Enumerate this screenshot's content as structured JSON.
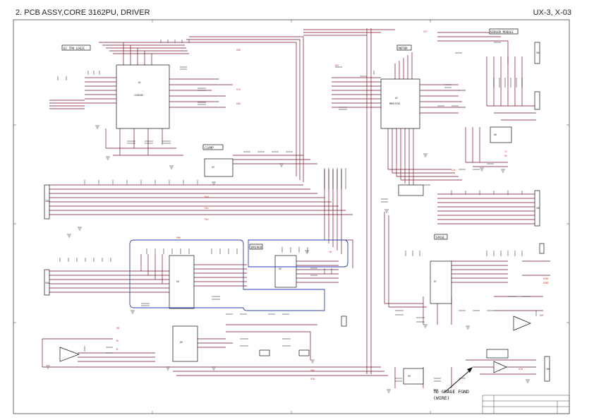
{
  "header": {
    "title": "2. PCB ASSY,CORE 3162PU, DRIVER",
    "model": "UX-3, X-03"
  },
  "colors": {
    "wire": "#7a1022",
    "border": "#444444",
    "component": "#111111",
    "net_label": "#c0392b",
    "highlight_box": "#2a3fb0"
  },
  "blocks": {
    "top_left": "EC_TPH_LOGIC",
    "top_right": "SENSOR_MODULE",
    "clamp": "CLAMP",
    "driver": "DRIVER",
    "motor": "MOTOR",
    "mid_right": "SPOSL"
  },
  "annotation": {
    "line1": "TO GRAGE FGND",
    "line2": "(WIRE)"
  },
  "title_block": {
    "rows": [
      "",
      "",
      ""
    ]
  }
}
